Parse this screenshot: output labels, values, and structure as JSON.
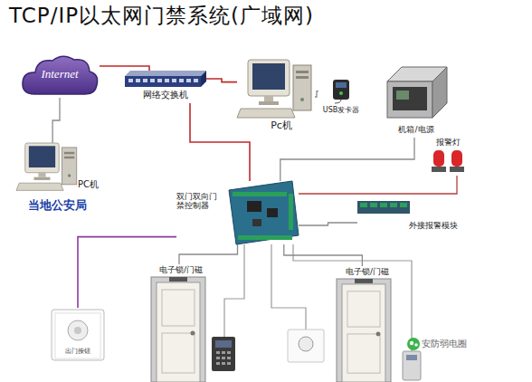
{
  "diagram": {
    "title": "TCP/IP以太网门禁系统(广域网)",
    "nodes": [
      {
        "text": [
          "Internet"
        ]
      },
      {
        "text": [
          "网络交换机"
        ]
      },
      {
        "text": [
          "Pc机"
        ]
      },
      {
        "text": [
          "USB发卡器"
        ]
      },
      {
        "text": [
          "机箱/电源"
        ]
      },
      {
        "text": [
          "PC机",
          "当地公安局"
        ]
      },
      {
        "text": [
          "报警灯"
        ]
      },
      {
        "text": [
          "双门双向门禁控制器"
        ]
      },
      {
        "text": [
          "外接报警模块"
        ]
      },
      {
        "text": [
          "电子锁/门磁"
        ]
      },
      {
        "text": [
          "电子锁/门磁"
        ]
      },
      {
        "text": [
          "出门按钮"
        ]
      }
    ],
    "edges": [
      {
        "from": 0,
        "to": 1,
        "arrow": "none"
      },
      {
        "from": 0,
        "to": 5,
        "arrow": "none"
      },
      {
        "from": 1,
        "to": 2,
        "arrow": "none"
      },
      {
        "from": 1,
        "to": 7,
        "arrow": "none"
      },
      {
        "from": 2,
        "to": 3,
        "arrow": "none"
      },
      {
        "from": 7,
        "to": 4,
        "arrow": "none"
      },
      {
        "from": 7,
        "to": 6,
        "arrow": "none"
      },
      {
        "from": 7,
        "to": 8,
        "arrow": "none"
      },
      {
        "from": 7,
        "to": 9,
        "arrow": "none"
      },
      {
        "from": 7,
        "to": 10,
        "arrow": "none"
      },
      {
        "from": 7,
        "to": 11,
        "arrow": "none"
      }
    ],
    "labels": [
      "安防弱电圈"
    ]
  }
}
